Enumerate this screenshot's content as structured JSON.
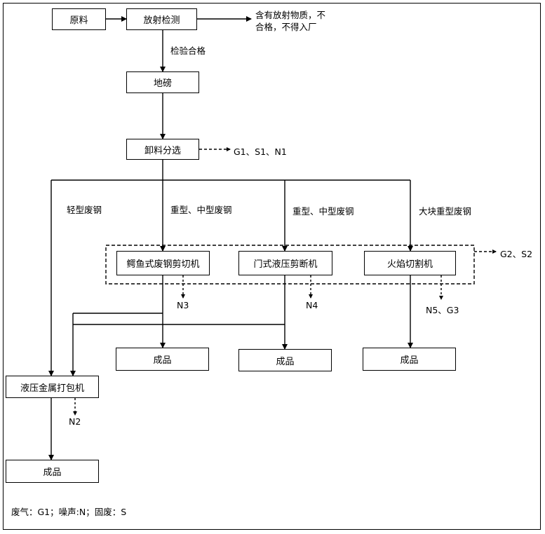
{
  "nodes": {
    "raw_material": "原料",
    "radiation_check": "放射检测",
    "weighbridge": "地磅",
    "unload_sort": "卸料分选",
    "alligator_shear": "鳄鱼式废钢剪切机",
    "gantry_shear": "门式液压剪断机",
    "flame_cutter": "火焰切割机",
    "product_1": "成品",
    "product_2": "成品",
    "product_3": "成品",
    "baler": "液压金属打包机",
    "product_4": "成品"
  },
  "labels": {
    "reject_line1": "含有放射物质，不",
    "reject_line2": "合格，不得入厂",
    "pass_check": "检验合格",
    "sort_emissions": "G1、S1、N1",
    "light_scrap": "轻型废钢",
    "heavy_medium_1": "重型、中型废钢",
    "heavy_medium_2": "重型、中型废钢",
    "large_heavy": "大块重型废钢",
    "cutting_group_emissions": "G2、S2",
    "n3": "N3",
    "n4": "N4",
    "n5_g3": "N5、G3",
    "n2": "N2"
  },
  "legend": "废气：G1；噪声:N；固废：S"
}
